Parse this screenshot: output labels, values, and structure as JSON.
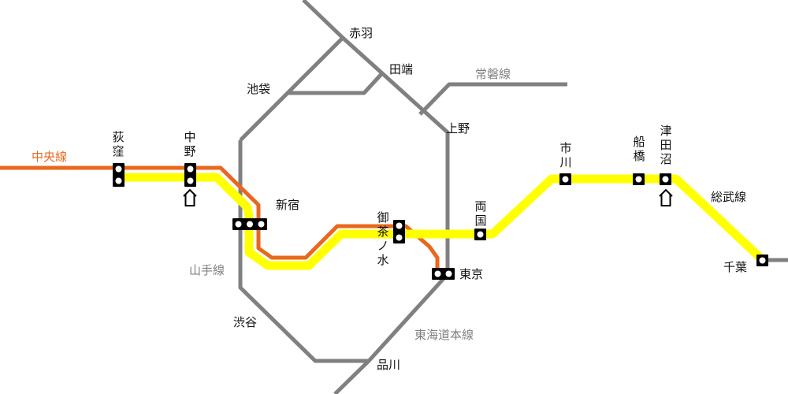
{
  "colors": {
    "grey_lines": "#808080",
    "chuo_line": "#e8681e",
    "sobu_line": "#ffff00",
    "station_box": "#000000",
    "station_dot": "#ffffff"
  },
  "icons": [
    "station-marker-icon",
    "depot-house-icon"
  ],
  "lines": {
    "chuo": "中央線",
    "sobu": "総武線",
    "yamanote": "山手線",
    "joban": "常磐線",
    "tokaido": "東海道本線"
  },
  "stations": {
    "akabane": "赤羽",
    "tabata": "田端",
    "ikebukuro": "池袋",
    "ueno": "上野",
    "ogikubo": [
      "荻",
      "窪"
    ],
    "nakano": [
      "中",
      "野"
    ],
    "shinjuku": "新宿",
    "ochanomizu": [
      "御",
      "茶",
      "ノ",
      "水"
    ],
    "ryogoku": [
      "両",
      "国"
    ],
    "ichikawa": [
      "市",
      "川"
    ],
    "funabashi": [
      "船",
      "橋"
    ],
    "tsudanuma": [
      "津",
      "田",
      "沼"
    ],
    "chiba": "千葉",
    "tokyo": "東京",
    "shibuya": "渋谷",
    "shinagawa": "品川"
  }
}
